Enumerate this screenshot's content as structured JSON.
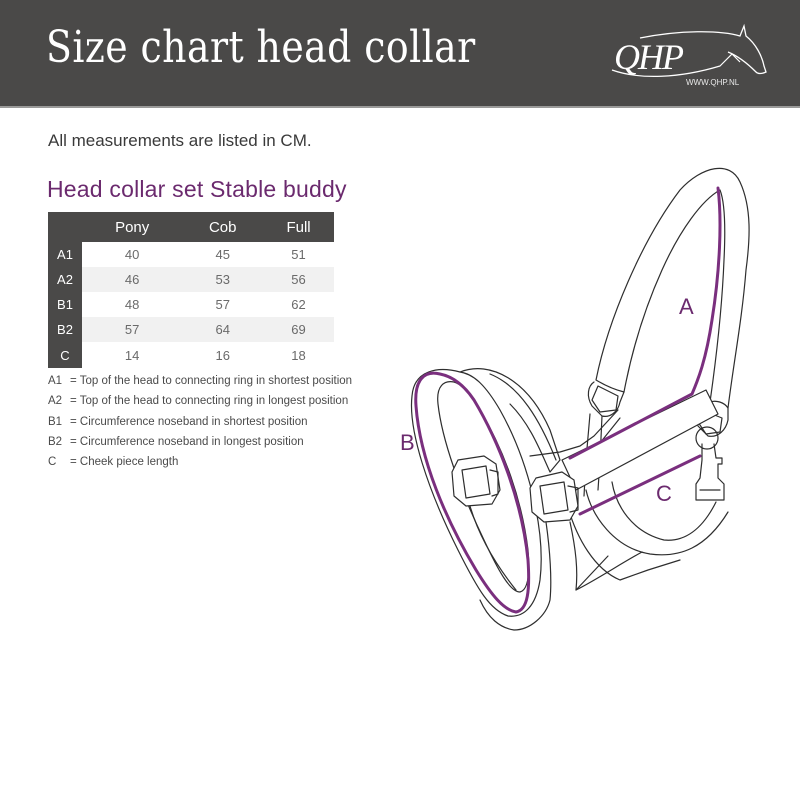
{
  "header": {
    "title": "Size chart head collar",
    "logo_text": "QHP",
    "logo_url_text": "WWW.QHP.NL"
  },
  "note": "All measurements are listed in CM.",
  "product_title": "Head collar set Stable buddy",
  "colors": {
    "header_bg": "#4a4948",
    "accent_purple": "#6b2a6e",
    "measure_line": "#7a2f7e"
  },
  "table": {
    "columns": [
      "Pony",
      "Cob",
      "Full"
    ],
    "rows": [
      {
        "label": "A1",
        "values": [
          "40",
          "45",
          "51"
        ]
      },
      {
        "label": "A2",
        "values": [
          "46",
          "53",
          "56"
        ]
      },
      {
        "label": "B1",
        "values": [
          "48",
          "57",
          "62"
        ]
      },
      {
        "label": "B2",
        "values": [
          "57",
          "64",
          "69"
        ]
      },
      {
        "label": "C",
        "values": [
          "14",
          "16",
          "18"
        ]
      }
    ]
  },
  "legend": [
    {
      "key": "A1",
      "text": "= Top of the head to connecting ring in shortest position"
    },
    {
      "key": "A2",
      "text": "= Top of the head to connecting ring in longest position"
    },
    {
      "key": "B1",
      "text": "= Circumference noseband in shortest position"
    },
    {
      "key": "B2",
      "text": "= Circumference noseband in longest position"
    },
    {
      "key": "C",
      "text": "= Cheek piece length"
    }
  ],
  "diagram": {
    "labels": {
      "a": "A",
      "b": "B",
      "c": "C"
    }
  }
}
